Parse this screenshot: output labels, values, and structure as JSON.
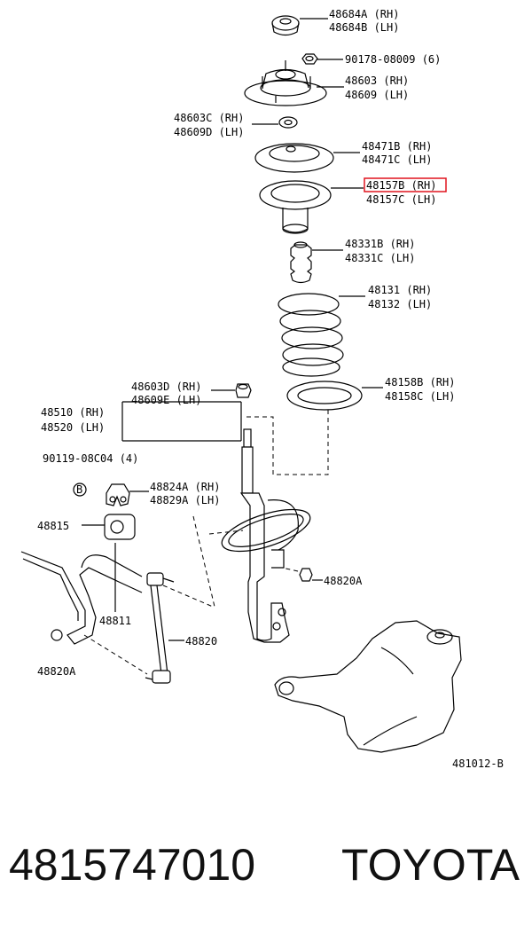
{
  "labels": {
    "p48684": [
      "48684A (RH)",
      "48684B (LH)"
    ],
    "p90178": "90178-08009 (6)",
    "p48603": [
      "48603 (RH)",
      "48609 (LH)"
    ],
    "p48603c": [
      "48603C (RH)",
      "48609D (LH)"
    ],
    "p48471": [
      "48471B (RH)",
      "48471C (LH)"
    ],
    "p48157": [
      "48157B (RH)",
      "48157C (LH)"
    ],
    "p48331": [
      "48331B (RH)",
      "48331C (LH)"
    ],
    "p48131": [
      "48131 (RH)",
      "48132 (LH)"
    ],
    "p48158": [
      "48158B (RH)",
      "48158C (LH)"
    ],
    "p48603d": [
      "48603D (RH)",
      "48609E (LH)"
    ],
    "p48510": [
      "48510 (RH)",
      "48520 (LH)"
    ],
    "p90119": "90119-08C04 (4)",
    "marker_b": "B",
    "p48824": [
      "48824A (RH)",
      "48829A (LH)"
    ],
    "p48815": "48815",
    "p48820a_right": "48820A",
    "p48811": "48811",
    "p48820": "48820",
    "p48820a_left": "48820A",
    "diagram_code": "481012-B"
  },
  "highlight": {
    "label": "48157B (RH)",
    "color": "#e0141e"
  },
  "footer": {
    "part_number": "4815747010",
    "brand": "TOYOTA"
  }
}
